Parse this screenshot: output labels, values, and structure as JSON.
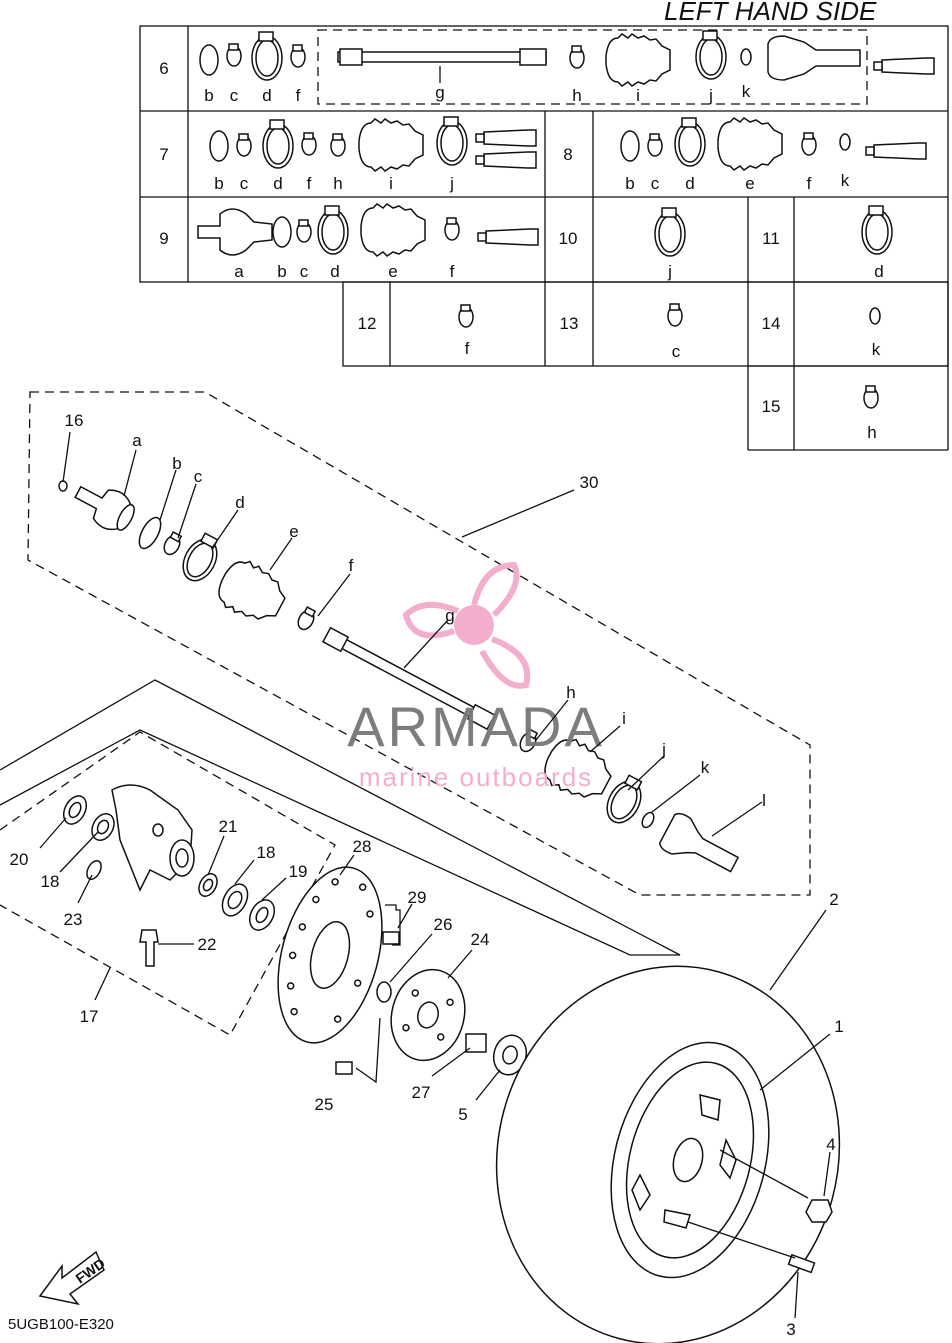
{
  "header": {
    "title": "LEFT HAND SIDE"
  },
  "footer": {
    "diagram_code": "5UGB100-E320",
    "fwd_label": "FWD"
  },
  "watermark": {
    "brand": "ARMADA",
    "tagline": "marine outboards",
    "color": "#f3aacb"
  },
  "kit_table": {
    "row6": {
      "number": "6",
      "letters": [
        "b",
        "c",
        "d",
        "f",
        "g",
        "h",
        "i",
        "j",
        "k"
      ]
    },
    "row7": {
      "number": "7",
      "letters": [
        "b",
        "c",
        "d",
        "f",
        "h",
        "i",
        "j"
      ]
    },
    "row8": {
      "number": "8",
      "letters": [
        "b",
        "c",
        "d",
        "e",
        "f",
        "k"
      ]
    },
    "row9": {
      "number": "9",
      "letters": [
        "a",
        "b",
        "c",
        "d",
        "e",
        "f"
      ]
    },
    "row10": {
      "number": "10",
      "letter": "j"
    },
    "row11": {
      "number": "11",
      "letter": "d"
    },
    "row12": {
      "number": "12",
      "letter": "f"
    },
    "row13": {
      "number": "13",
      "letter": "c"
    },
    "row14": {
      "number": "14",
      "letter": "k"
    },
    "row15": {
      "number": "15",
      "letter": "h"
    }
  },
  "parts": {
    "p1": "1",
    "p2": "2",
    "p3": "3",
    "p4": "4",
    "p5": "5",
    "p16": "16",
    "p17": "17",
    "p18a": "18",
    "p18b": "18",
    "p19": "19",
    "p20": "20",
    "p21": "21",
    "p22": "22",
    "p23": "23",
    "p24": "24",
    "p25": "25",
    "p26": "26",
    "p27": "27",
    "p28": "28",
    "p29": "29",
    "p30": "30",
    "a": "a",
    "b": "b",
    "c": "c",
    "d": "d",
    "e": "e",
    "f": "f",
    "g": "g",
    "h": "h",
    "i": "i",
    "j": "j",
    "k": "k",
    "l": "l"
  }
}
